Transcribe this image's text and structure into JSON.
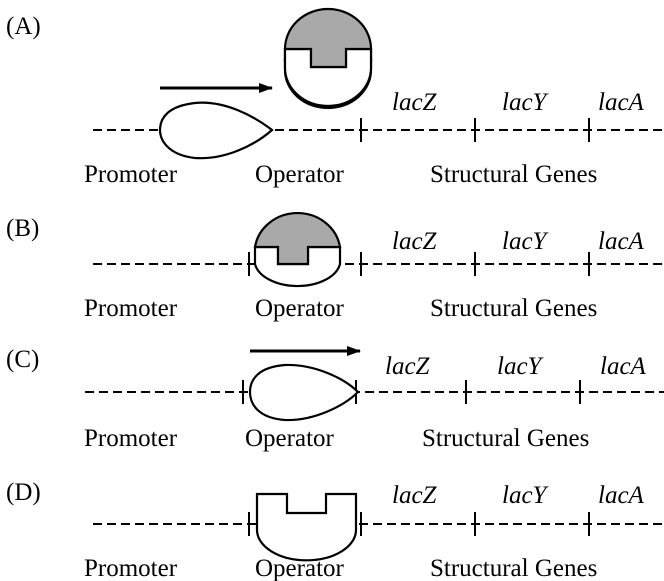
{
  "panels": [
    {
      "label": "(A)",
      "genes": [
        "lacZ",
        "lacY",
        "lacA"
      ],
      "promoter_label": "Promoter",
      "operator_label": "Operator",
      "structural_label": "Structural Genes"
    },
    {
      "label": "(B)",
      "genes": [
        "lacZ",
        "lacY",
        "lacA"
      ],
      "promoter_label": "Promoter",
      "operator_label": "Operator",
      "structural_label": "Structural Genes"
    },
    {
      "label": "(C)",
      "genes": [
        "lacZ",
        "lacY",
        "lacA"
      ],
      "promoter_label": "Promoter",
      "operator_label": "Operator",
      "structural_label": "Structural Genes"
    },
    {
      "label": "(D)",
      "genes": [
        "lacZ",
        "lacY",
        "lacA"
      ],
      "promoter_label": "Promoter",
      "operator_label": "Operator",
      "structural_label": "Structural Genes"
    }
  ],
  "colors": {
    "repressor_fill": "#a9a9a9",
    "line": "#000000",
    "background": "#ffffff"
  }
}
